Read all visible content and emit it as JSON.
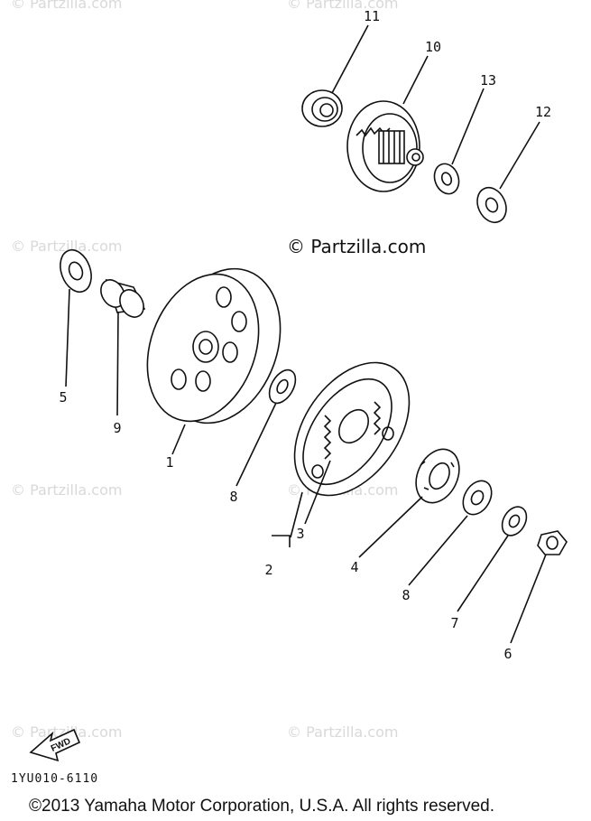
{
  "watermark_text": "© Partzilla.com",
  "main_watermark": "© Partzilla.com",
  "callouts": [
    "1",
    "2",
    "3",
    "4",
    "5",
    "6",
    "7",
    "8",
    "8",
    "9",
    "10",
    "11",
    "12",
    "13"
  ],
  "fwd_label": "FWD",
  "diagram_code": "1YU010-6110",
  "copyright": "©2013  Yamaha Motor Corporation, U.S.A. All rights reserved."
}
